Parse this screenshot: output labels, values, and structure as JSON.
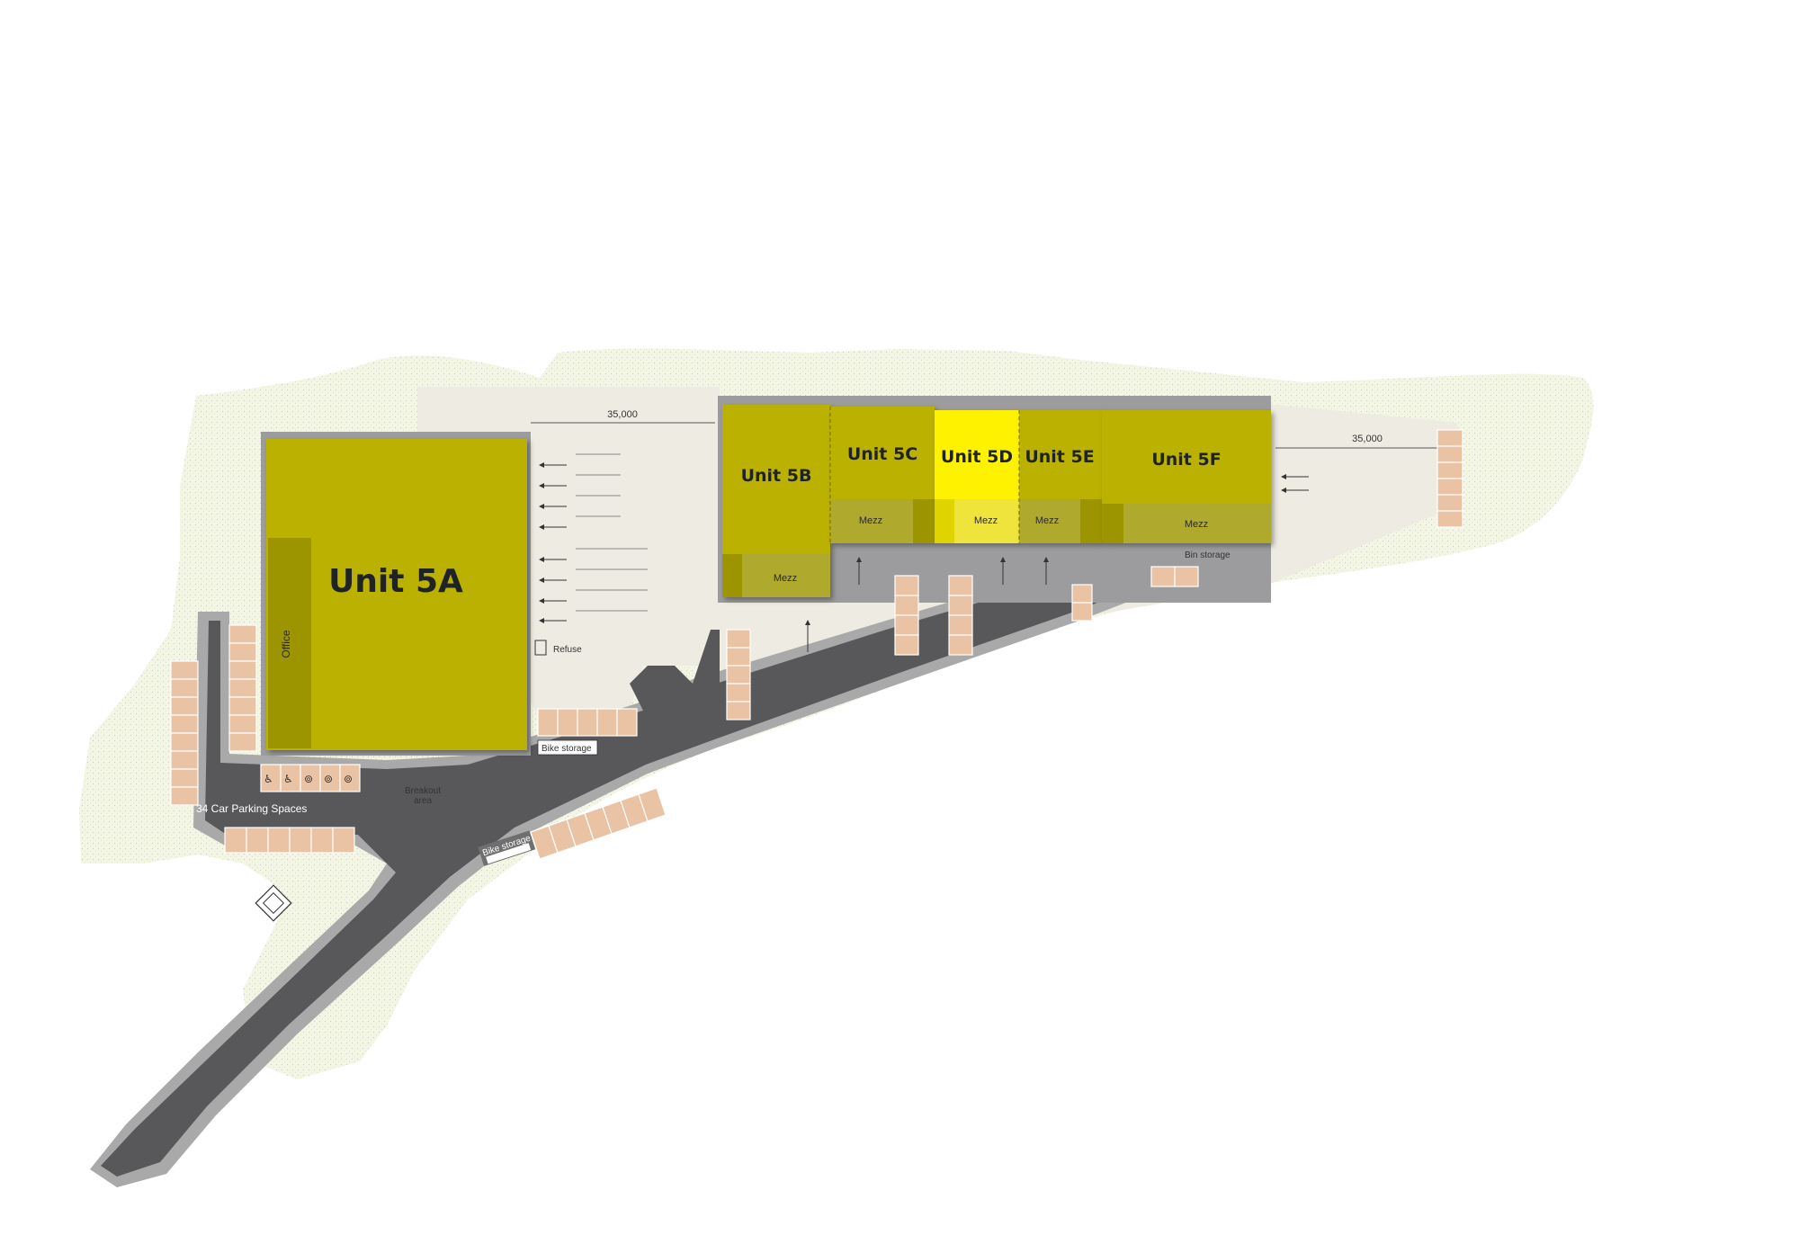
{
  "colors": {
    "background": "#ffffff",
    "landscape": "#f1f4e2",
    "yard": "#eeebe2",
    "road": "#58585a",
    "road_edge": "#a9a9aa",
    "building_frame": "#9c9c9e",
    "unit": "#bab100",
    "unit_dark": "#9c9500",
    "unit_highlight": "#fff200",
    "mezz": "#afa92e",
    "parking_bay": "#e9c3a3"
  },
  "units": [
    {
      "id": "5A",
      "label": "Unit 5A",
      "office_label": "Office"
    },
    {
      "id": "5B",
      "label": "Unit 5B",
      "mezz_label": "Mezz"
    },
    {
      "id": "5C",
      "label": "Unit 5C",
      "mezz_label": "Mezz"
    },
    {
      "id": "5D",
      "label": "Unit 5D",
      "mezz_label": "Mezz",
      "highlighted": true
    },
    {
      "id": "5E",
      "label": "Unit 5E",
      "mezz_label": "Mezz"
    },
    {
      "id": "5F",
      "label": "Unit 5F",
      "mezz_label": "Mezz"
    }
  ],
  "dimensions": {
    "yard_5a": "35,000",
    "yard_5f": "35,000"
  },
  "labels": {
    "parking": "34 Car Parking Spaces",
    "refuse": "Refuse",
    "bike_storage_5a": "Bike storage",
    "bike_storage_road": "Bike storage",
    "bin_storage": "Bin storage",
    "breakout_line1": "Breakout",
    "breakout_line2": "area"
  },
  "icons": {
    "parking_accessible": "wheelchair-icon",
    "ev_charging": "ev-charging-icon",
    "loading_arrow": "arrow-left-icon",
    "access_arrow": "arrow-up-icon"
  }
}
